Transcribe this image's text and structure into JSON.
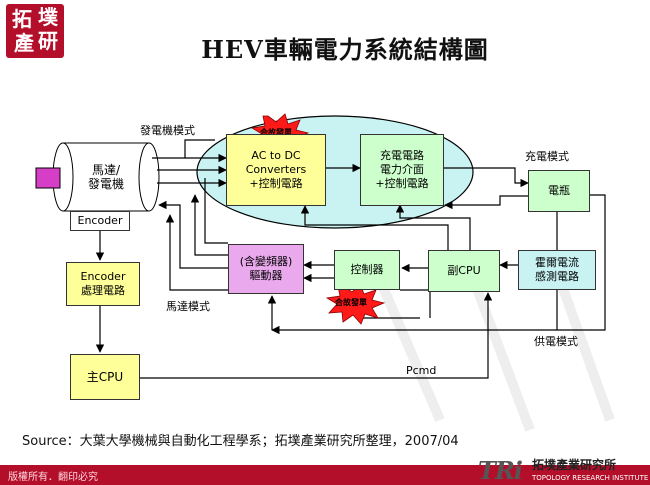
{
  "logo": {
    "chars": [
      "拓",
      "墣",
      "產",
      "研"
    ],
    "bg_color": "#b40f2a"
  },
  "title": "HEV車輛電力系統結構圖",
  "nodes": {
    "motor": "馬達/\n發電機",
    "encoder": "Encoder",
    "encoder_proc": "Encoder\n處理電路",
    "main_cpu": "主CPU",
    "acdc": "AC to DC\nConverters\n+控制電路",
    "charge_circuit": "充電電路\n電力介面\n+控制電路",
    "battery": "電瓶",
    "inverter": "(含變頻器)\n驅動器",
    "controller": "控制器",
    "sub_cpu": "副CPU",
    "hall": "霍爾電流\n感測電路"
  },
  "labels": {
    "gen_mode": "發電機模式",
    "charge_mode": "充電模式",
    "motor_mode": "馬達模式",
    "supply_mode": "供電模式",
    "pcmd": "Pcmd"
  },
  "bursts": {
    "top": "合故發單",
    "bottom": "合故發單"
  },
  "source": "Source：大葉大學機械與自動化工程學系；拓墣產業研究所整理，2007/04",
  "footer": {
    "copyright": "版權所有．翻印必究",
    "tri": "TRi",
    "institute": "拓墣產業研究所",
    "institute_en": "TOPOLOGY RESEARCH INSTITUTE"
  },
  "colors": {
    "yellow": "#ffff99",
    "magenta": "#e9a9ec",
    "green": "#ccffcc",
    "cyan": "#c9f3f3",
    "ellipse": "#c9f3f3",
    "brand_red": "#b40f2a",
    "burst": "#ff1a1a"
  }
}
